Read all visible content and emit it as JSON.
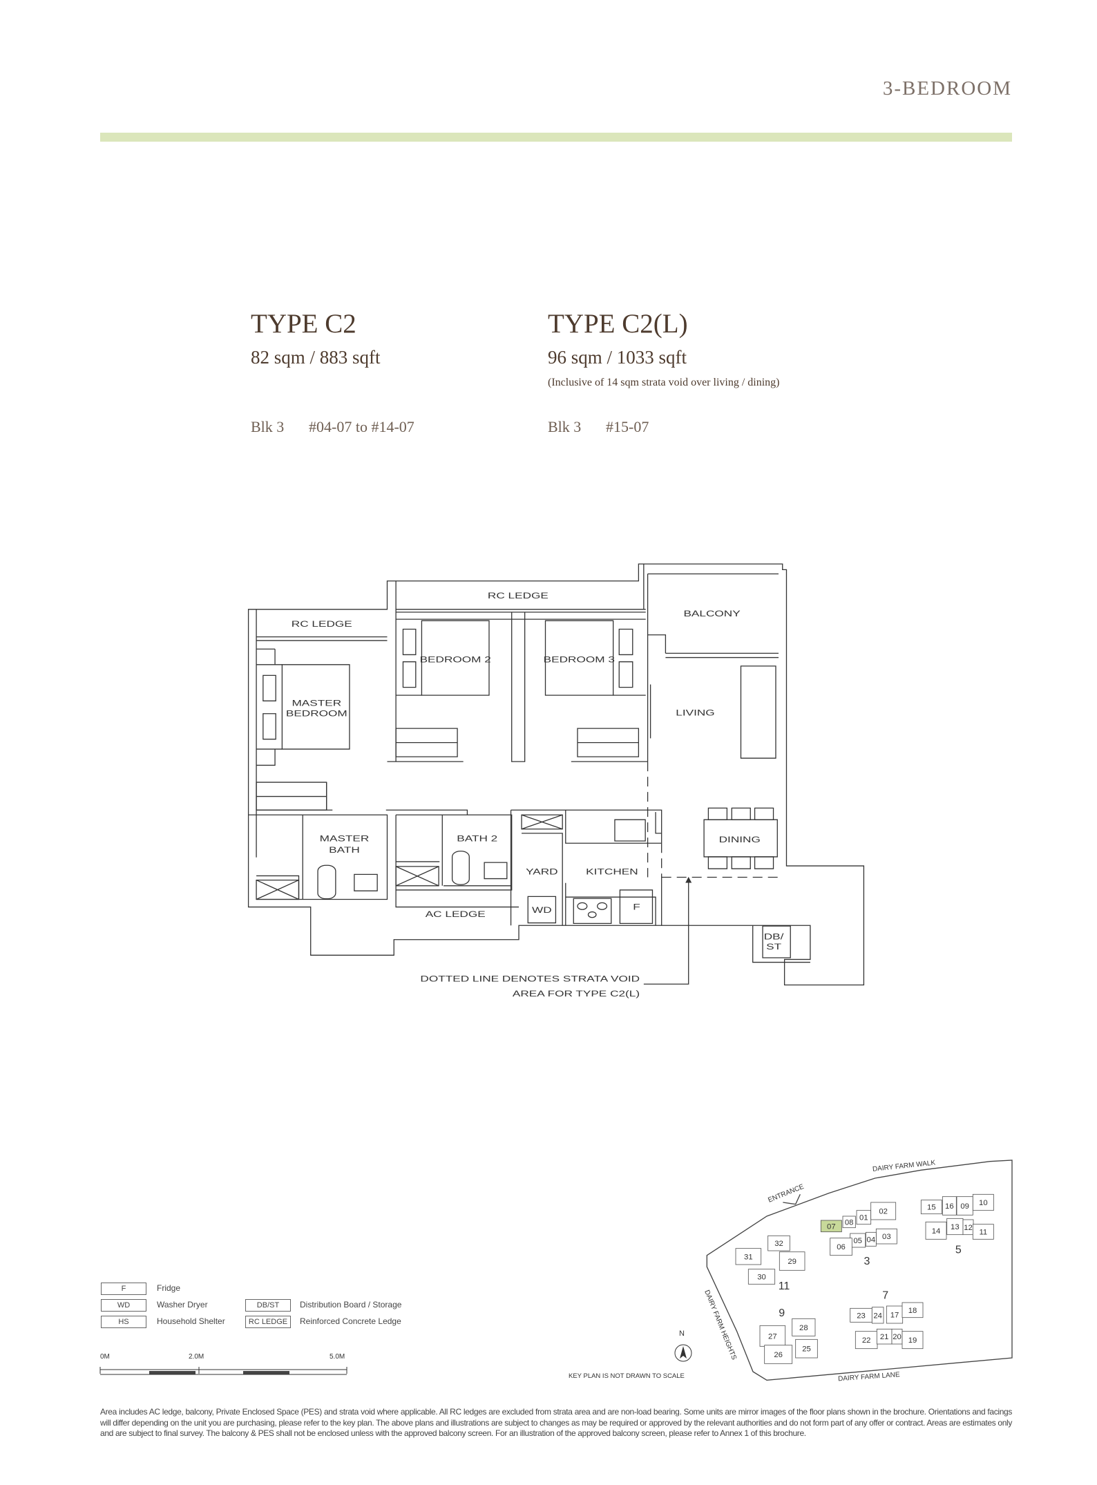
{
  "header": {
    "section": "3-BEDROOM",
    "accent_color": "#dbe6bb"
  },
  "types": [
    {
      "title": "TYPE C2",
      "area": "82 sqm / 883 sqft",
      "block": "Blk 3",
      "units": "#04-07 to #14-07"
    },
    {
      "title": "TYPE C2(L)",
      "area": "96 sqm / 1033 sqft",
      "note": "(Inclusive of 14 sqm strata void over living / dining)",
      "block": "Blk 3",
      "units": "#15-07"
    }
  ],
  "plan": {
    "rooms": {
      "rc_ledge_top": "RC LEDGE",
      "rc_ledge_left": "RC LEDGE",
      "balcony": "BALCONY",
      "bedroom2": "BEDROOM 2",
      "bedroom3": "BEDROOM 3",
      "master_bedroom_1": "MASTER",
      "master_bedroom_2": "BEDROOM",
      "living": "LIVING",
      "master_bath_1": "MASTER",
      "master_bath_2": "BATH",
      "bath2": "BATH 2",
      "yard": "YARD",
      "kitchen": "KITCHEN",
      "dining": "DINING",
      "ac_ledge": "AC LEDGE",
      "wd": "WD",
      "fridge": "F",
      "dbst_1": "DB/",
      "dbst_2": "ST"
    },
    "void_note_1": "DOTTED LINE DENOTES STRATA VOID",
    "void_note_2": "AREA FOR TYPE C2(L)"
  },
  "legend": [
    {
      "code": "F",
      "label": "Fridge"
    },
    {
      "code": "WD",
      "label": "Washer Dryer"
    },
    {
      "code": "HS",
      "label": "Household Shelter"
    },
    {
      "code": "DB/ST",
      "label": "Distribution Board / Storage"
    },
    {
      "code": "RC LEDGE",
      "label": "Reinforced Concrete Ledge"
    }
  ],
  "scale": {
    "start": "0M",
    "mid": "2.0M",
    "end": "5.0M"
  },
  "keyplan": {
    "roads": {
      "north": "DAIRY FARM WALK",
      "west": "DAIRY FARM HEIGHTS",
      "south": "DAIRY FARM LANE",
      "entrance": "ENTRANCE"
    },
    "north_label": "N",
    "disclaimer": "KEY PLAN IS NOT DRAWN TO SCALE",
    "highlight_unit": "07",
    "highlight_color": "#c8d99a",
    "blocks": [
      "3",
      "5",
      "11",
      "9",
      "7"
    ]
  },
  "footer": "Area includes AC ledge, balcony, Private Enclosed Space (PES) and strata void where applicable. All RC ledges are excluded from strata area and are non-load bearing. Some units are mirror images of the floor plans shown in the brochure. Orientations and facings will differ depending on the unit you are purchasing, please refer to the key plan. The above plans and illustrations are subject to changes as may be required or approved by the relevant authorities and do not form part of any offer or contract. Areas are estimates only and are subject to final survey. The balcony & PES shall not be enclosed unless with the approved balcony screen. For an illustration of the approved balcony screen, please refer to Annex 1 of this brochure."
}
